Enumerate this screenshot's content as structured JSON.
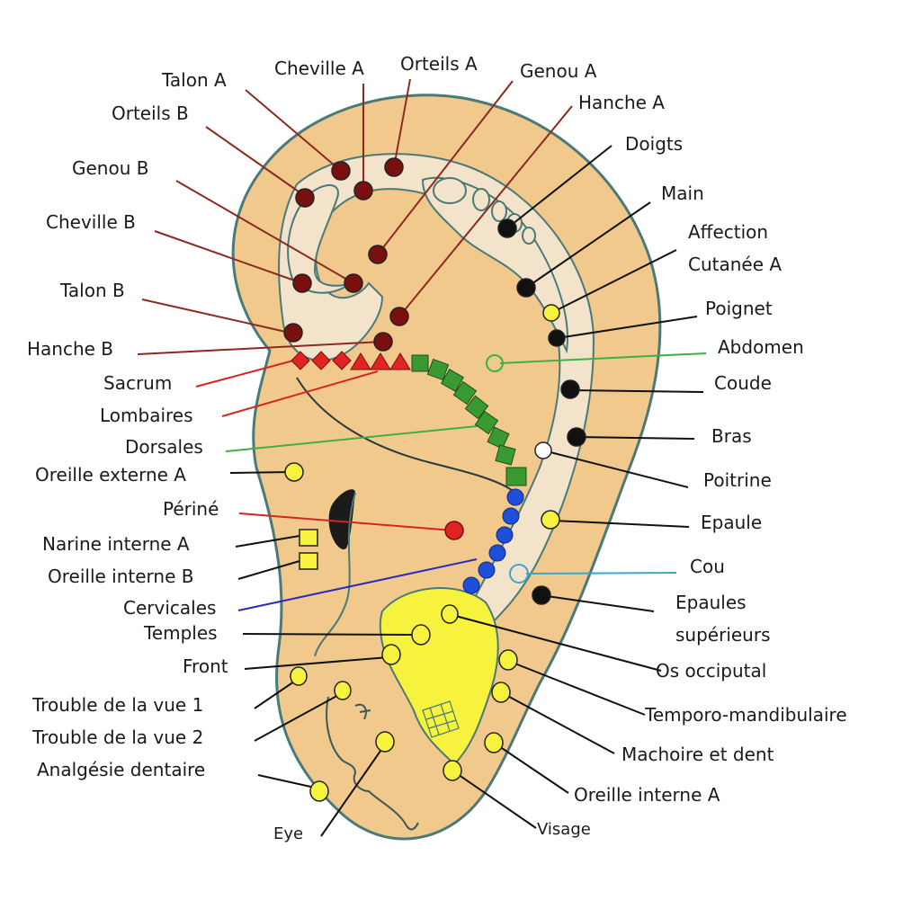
{
  "title": "Auriculotherapy ear map",
  "colors": {
    "helix_fill": "#f2c98d",
    "inner_fill": "#f4e3cb",
    "outline": "#4a7a78",
    "lobe_yellow": "#f7f23d",
    "point_dark_red": "#7a0f10",
    "point_red": "#e02323",
    "point_green": "#3a9a32",
    "point_blue": "#1d4fd8",
    "point_black": "#111111",
    "point_yellow": "#f7f23d",
    "line_dark_red": "#8a2a20",
    "line_red": "#d42525",
    "line_green": "#3cb043",
    "line_blue": "#2a2ac0",
    "line_cyan": "#36a9c9",
    "line_black": "#111111"
  },
  "labels": {
    "talon_a": "Talon A",
    "cheville_a": "Cheville A",
    "orteils_a": "Orteils A",
    "genou_a": "Genou A",
    "hanche_a": "Hanche A",
    "orteils_b": "Orteils B",
    "genou_b": "Genou B",
    "cheville_b": "Cheville B",
    "talon_b": "Talon B",
    "hanche_b": "Hanche B",
    "sacrum": "Sacrum",
    "lombaires": "Lombaires",
    "dorsales": "Dorsales",
    "oreille_externe_a": "Oreille externe A",
    "perine": "Périné",
    "narine_interne_a": "Narine interne A",
    "oreille_interne_b": "Oreille interne B",
    "cervicales": "Cervicales",
    "temples": "Temples",
    "front": "Front",
    "trouble_vue_1": "Trouble de la vue 1",
    "trouble_vue_2": "Trouble de la vue 2",
    "analgesie_dentaire": "Analgésie dentaire",
    "eye": "Eye",
    "doigts": "Doigts",
    "main": "Main",
    "affection_cutanee_a_1": "Affection",
    "affection_cutanee_a_2": "Cutanée A",
    "poignet": "Poignet",
    "abdomen": "Abdomen",
    "coude": "Coude",
    "bras": "Bras",
    "poitrine": "Poitrine",
    "epaule": "Epaule",
    "cou": "Cou",
    "epaules_superieurs_1": "Epaules",
    "epaules_superieurs_2": "supérieurs",
    "os_occiputal": "Os occiputal",
    "temporo_mandibulaire": "Temporo-mandibulaire",
    "machoire_et_dent": "Machoire et dent",
    "oreille_interne_a": "Oreille interne A",
    "visage": "Visage"
  }
}
